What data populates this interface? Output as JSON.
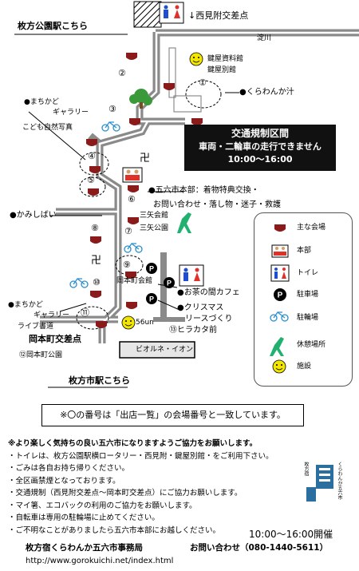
{
  "map": {
    "stations": {
      "hirakata_koen": "枚方公園駅こちら",
      "hirakata_shi": "枚方市駅こちら"
    },
    "intersections": {
      "nishimitsuke": "↓西見附交差点",
      "okamotocho": "岡本町交差点"
    },
    "river": "淀川",
    "places": {
      "kagiya1": "鍵屋資料館",
      "kagiya2": "鍵屋別館",
      "kurawanka": "●くらわんか汁",
      "machikado1_a": "●まちかど",
      "machikado1_b": "ギャラリー",
      "machikado1_c": "こども自然写真",
      "kamishibai": "●かみしばい",
      "sanya_kaikan": "三矢会館",
      "sanya_koen": "三矢公園",
      "okamoto_kaikan": "岡本町会館",
      "machikado2_a": "●まちかど",
      "machikado2_b": "ギャラリー",
      "machikado2_c": "ライブ書道",
      "okamoto_koen": "⑫岡本町公園",
      "ocha_cafe": "●お茶の間カフェ",
      "christmas": "●クリスマス",
      "wreath": "リースづくり",
      "hirakata_mae": "⑬ヒラカタ前",
      "vivre": "ビオルネ・イオン",
      "fiftysix": "56un"
    },
    "hq": {
      "title": "●五六市本部：着物特典交換・",
      "line2": "お問い合わせ・落し物・迷子・救護"
    },
    "venue_numbers": [
      "①",
      "②",
      "③",
      "④",
      "⑤",
      "⑥",
      "⑦",
      "⑧",
      "⑨",
      "⑩",
      "⑪"
    ],
    "regulation": {
      "title": "交通規制区間",
      "subtitle": "車両・二輪車の走行できません",
      "time": "10:00～16:00"
    }
  },
  "legend": {
    "items": [
      {
        "icon": "venue-icon",
        "label": "主な会場"
      },
      {
        "icon": "hq-icon",
        "label": "本部"
      },
      {
        "icon": "toilet-icon",
        "label": "トイレ"
      },
      {
        "icon": "parking-icon",
        "label": "駐車場"
      },
      {
        "icon": "bicycle-icon",
        "label": "駐輪場"
      },
      {
        "icon": "chair-icon",
        "label": "休憩場所"
      },
      {
        "icon": "smiley-icon",
        "label": "施設"
      }
    ]
  },
  "note_box": "※〇の番号は「出店一覧」の会場番号と一致しています。",
  "notes": {
    "title": "※より楽しく気持ちの良い五六市になりますようご協力をお願いします。",
    "lines": [
      "・トイレは、枚方公園駅横ロータリー・西見附・鍵屋別館・をご利用下さい。",
      "・ごみは各自お持ち帰りください。",
      "・全区画禁煙となっております。",
      "・交通規制（西見附交差点～岡本町交差点）にご協力お願いします。",
      "・マイ箸、エコバックの利用のご協力をお願いします。",
      "・自転車は専用の駐輪場に止めてください。",
      "・ご不明なことがありましたら五六市本部にお越しください。"
    ],
    "hours": "10:00～16:00開催",
    "office": "枚方宿くらわんか五六市事務局",
    "contact": "お問い合わせ（080-1440-5611）",
    "url": "http://www.gorokuichi.net/index.html"
  },
  "logo": {
    "text_a": "枚方宿",
    "text_b": "くらわんか五六市"
  },
  "colors": {
    "venue": "#8b1a1a",
    "toilet_male": "#1f4fd0",
    "toilet_female": "#e0302a",
    "chair": "#20b070",
    "smiley": "#f2e600",
    "bike": "#2a8fd0",
    "road": "#8a8a8a",
    "logo": "#2a6fa0"
  }
}
